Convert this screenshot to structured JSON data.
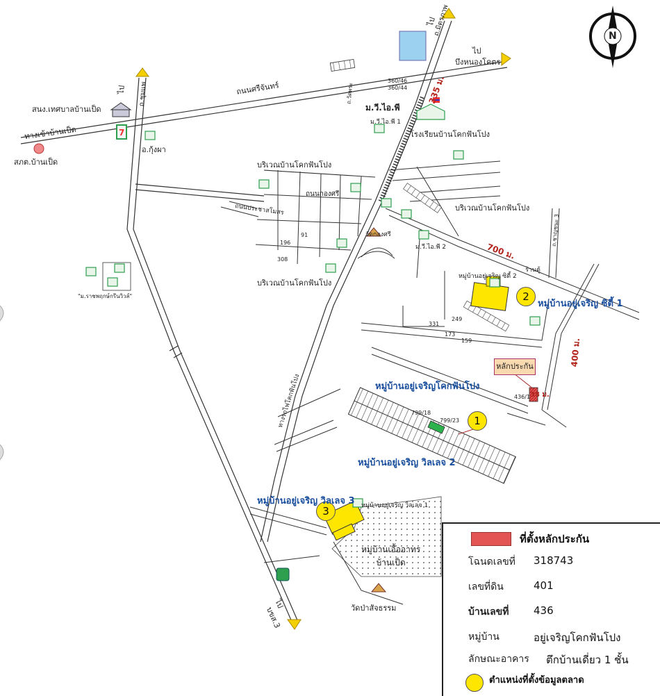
{
  "map": {
    "roads": {
      "sri_chan": "ถนนศรีจันทร์",
      "mittraphap_top": "ถ.มิตรภาพ",
      "mittraphap_left": "ถ.ชุมแพ",
      "road_kongsri": "ถนนกองศรี",
      "road_prachasamosorn": "ถนนประชาสโมสร",
      "road_thapha": "ถ.วัดพระ",
      "road_ban_ped_entry": "ทางเข้าบ้านเป็ด",
      "road_chum_phon": "ถ.ชาญชนะ 3",
      "road_sidetrack": "ทางรถไฟโคกฟันโปง"
    },
    "directions": {
      "to_top": "ไป",
      "to_left": "ไป",
      "to_bottom": "ไป",
      "to_nongkok": "ไป",
      "nongkok": "บึงหนองโคตร",
      "bottom_road": "บขส.3"
    },
    "places": {
      "tesaban": "สนง.เทศบาลบ้านเป็ด",
      "police": "สภต.บ้านเป็ด",
      "kungpa": "อ.กุ้งผา",
      "wiwai": "ม.วี.ไอ.พี",
      "wiwai1": "ม.วี.ไอ.พี 1",
      "wiwai2": "ม.วี.ไอ.พี 2",
      "school": "โรงเรียนบ้านโคกฟันโปง",
      "area1": "บริเวณบ้านโคกฟันโปง",
      "area2": "บริเวณบ้านโคกฟันโปง",
      "area3": "บริเวณบ้านโคกฟันโปง",
      "wat_kongsri": "วัดกองศรี",
      "rajapruk": "\"ม.ราชพฤกษ์กรีนวิวล์\"",
      "shop": "ร้านตู้",
      "wat_pa": "วัดป่าสัจธรรม",
      "ban_uea": "หมู่บ้านเอื้ออาทร\nบ้านเป็ด",
      "sidi2": "หมู่บ้านอยู่เจริญ ซิตี้ 2",
      "sidi1": "หมู่บ้านอยู่เจริญ ซิตี้ 1",
      "khokfan": "หมู่บ้านอยู่เจริญโคกฟันโปง",
      "villa2": "หมู่บ้านอยู่เจริญ วิลเลจ 2",
      "villa3": "หมู่บ้านอยู่เจริญ วิลเลจ 3",
      "villa1": "หมู่บ้านอยู่เจริญ วิลเลจ 1",
      "collateral": "หลักประกัน"
    },
    "distances": {
      "d335": "335 ม.",
      "d700": "700 ม.",
      "d400": "400 ม.",
      "d38": "38 ม."
    },
    "house_numbers": {
      "h360_46": "360/46",
      "h360_44": "360/44",
      "h91": "91",
      "h196": "196",
      "h308": "308",
      "h331": "331",
      "h249": "249",
      "h173": "173",
      "h159": "159",
      "h799_18": "799/18",
      "h799_23": "799/23",
      "h436_1": "436/1"
    },
    "badges": {
      "b1": "1",
      "b2": "2",
      "b3": "3"
    },
    "compass": "N"
  },
  "legend": {
    "collateral_label": "ที่ตั้งหลักประกัน",
    "deed_label": "โฉนดเลขที่",
    "deed_value": "318743",
    "land_label": "เลขที่ดิน",
    "land_value": "401",
    "house_label": "บ้านเลขที่",
    "house_value": "436",
    "village_label": "หมู่บ้าน",
    "village_value": "อยู่เจริญโคกฟันโปง",
    "building_label": "ลักษณะอาคาร",
    "building_value": "ตึกบ้านเดี่ยว 1 ชั้น",
    "market_label": "ตำแหน่งที่ตั้งข้อมูลตลาด"
  },
  "colors": {
    "road": "#333333",
    "yellow": "#ffe600",
    "red": "#d83a3a",
    "blue_label": "#1a4f9e",
    "green_icon": "#2e9e4f"
  }
}
